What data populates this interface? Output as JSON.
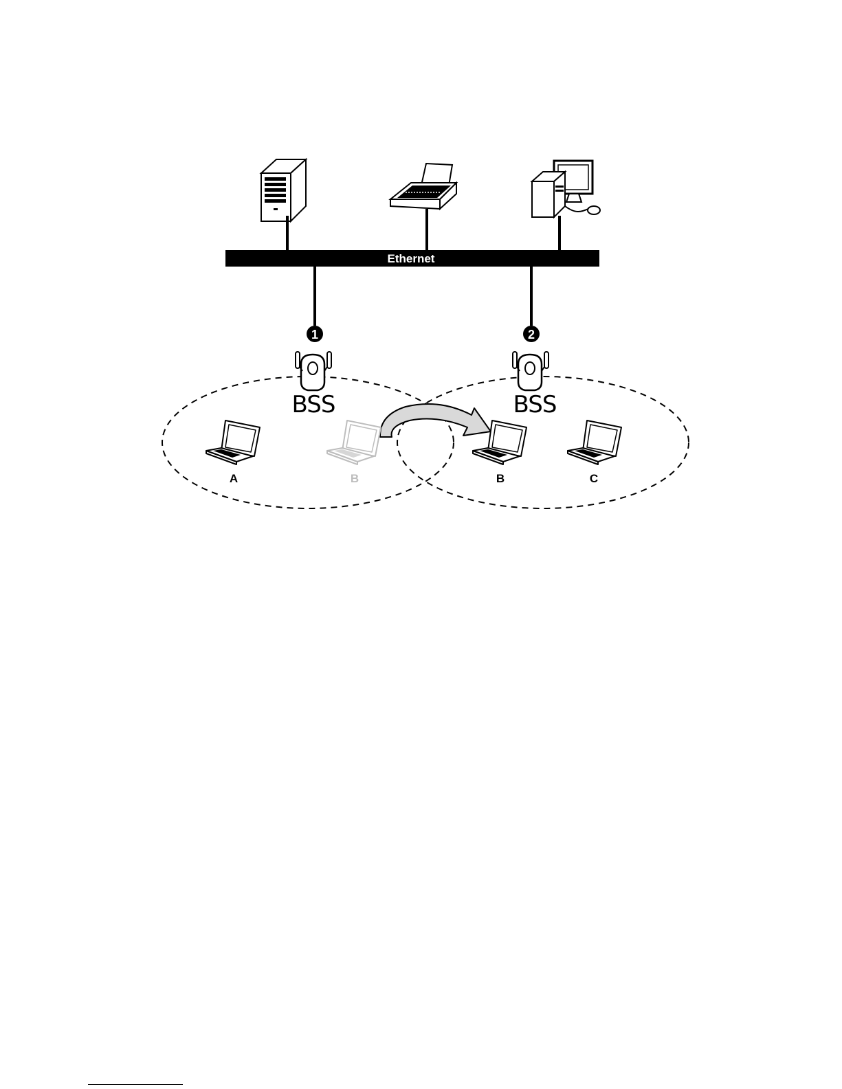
{
  "network": {
    "backbone_label": "Ethernet"
  },
  "access_points": [
    {
      "number": "1",
      "label": "BSS"
    },
    {
      "number": "2",
      "label": "BSS"
    }
  ],
  "laptops": [
    {
      "label": "A",
      "state": "active"
    },
    {
      "label": "B",
      "state": "ghost"
    },
    {
      "label": "B",
      "state": "active"
    },
    {
      "label": "C",
      "state": "active"
    }
  ],
  "colors": {
    "line": "#000000",
    "ghost": "#bdbdbd",
    "arrow_fill": "#d9d9d9"
  },
  "icons": [
    "server-icon",
    "printer-icon",
    "desktop-computer-icon",
    "access-point-icon",
    "laptop-icon",
    "roaming-arrow-icon"
  ]
}
